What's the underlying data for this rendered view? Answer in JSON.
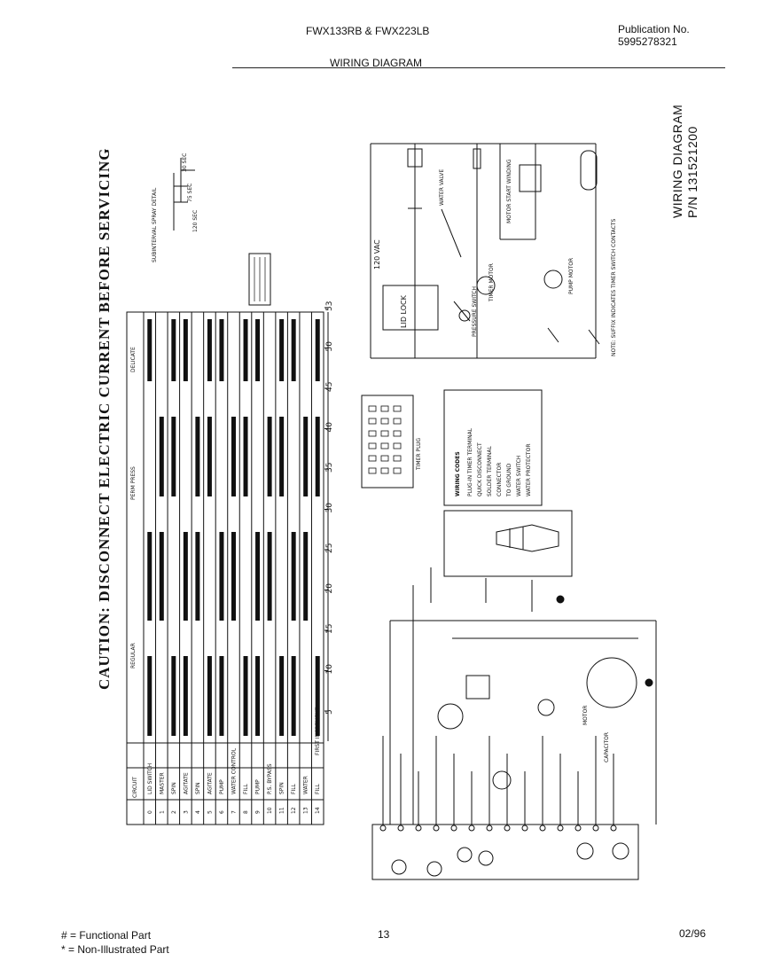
{
  "header": {
    "model": "FWX133RB & FWX223LB",
    "publication_label": "Publication No.",
    "publication_number": "5995278321",
    "title": "WIRING DIAGRAM"
  },
  "caution": "CAUTION:  DISCONNECT  ELECTRIC  CURRENT  BEFORE  SERVICING",
  "schematic": {
    "title_line1": "WIRING DIAGRAM",
    "title_line2": "P/N 131521200",
    "supply": "120 VAC",
    "water_valve": "WATER VALVE",
    "motor_start_winding": "MOTOR START WINDING",
    "timer_motor": "TIMER MOTOR",
    "pump_motor": "PUMP MOTOR",
    "lid_lock": "LID LOCK",
    "pressure_switch": "PRESSURE SWITCH",
    "note": "NOTE: SUFFIX INDICATES TIMER SWITCH CONTACTS"
  },
  "timer_chart": {
    "header_circuit": "CIRCUIT",
    "phases": [
      "REGULAR",
      "PERM PRESS",
      "DELICATE"
    ],
    "increments": [
      "5",
      "10",
      "15",
      "20",
      "25",
      "30",
      "35",
      "40",
      "45",
      "50",
      "53"
    ],
    "rows": [
      {
        "no": "0",
        "circuit": "LID SWITCH"
      },
      {
        "no": "1",
        "circuit": "MASTER"
      },
      {
        "no": "2",
        "circuit": "SPIN"
      },
      {
        "no": "3",
        "circuit": "AGITATE"
      },
      {
        "no": "4",
        "circuit": "SPIN"
      },
      {
        "no": "5",
        "circuit": "AGITATE"
      },
      {
        "no": "6",
        "circuit": "PUMP"
      },
      {
        "no": "7",
        "circuit": "WATER CONTROL"
      },
      {
        "no": "8",
        "circuit": "FILL"
      },
      {
        "no": "9",
        "circuit": "PUMP"
      },
      {
        "no": "10",
        "circuit": "P.S. BYPASS"
      },
      {
        "no": "11",
        "circuit": "SPIN"
      },
      {
        "no": "12",
        "circuit": "FILL"
      },
      {
        "no": "13",
        "circuit": "WATER"
      },
      {
        "no": "14",
        "circuit": "FILL"
      }
    ],
    "first_increment": "FIRST INCREMENT",
    "detail_title": "SUBINTERVAL SPRAY DETAIL",
    "detail_times": [
      "120 SEC",
      "75 SEC",
      "30 SEC"
    ]
  },
  "legends": {
    "wire_codes_title": "WIRING CODES",
    "wire_codes": [
      "PLUG-IN TIMER TERMINAL",
      "QUICK DISCONNECT",
      "SOLDER TERMINAL",
      "CONNECTOR",
      "TO GROUND",
      "WATER SWITCH",
      "WATER PROTECTOR"
    ],
    "timer_plug_title": "TIMER PLUG",
    "motor_labels": [
      "MOTOR",
      "CAPACITOR"
    ]
  },
  "footer": {
    "legend_functional": "# = Functional Part",
    "legend_nonillustrated": "*  = Non-Illustrated Part",
    "page": "13",
    "date": "02/96"
  }
}
